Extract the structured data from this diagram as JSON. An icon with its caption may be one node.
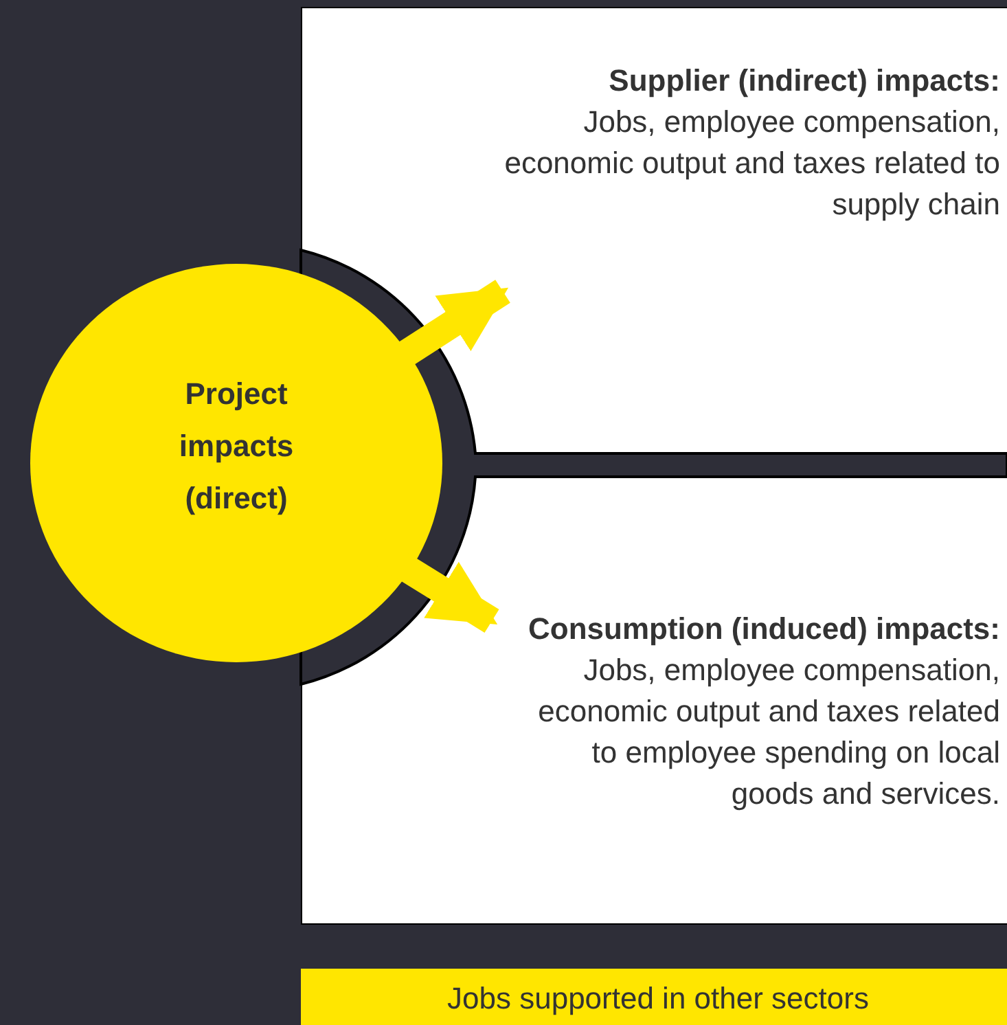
{
  "diagram": {
    "nodes": [
      {
        "text": [
          "Project impacts (direct)"
        ]
      },
      {
        "text": [
          "Supplier (indirect) impacts:",
          "Jobs, employee compensation, economic output and taxes related to supply chain"
        ]
      },
      {
        "text": [
          "Consumption (induced) impacts:",
          "Jobs, employee compensation, economic output and taxes related to employee spending on local goods and services."
        ]
      },
      {
        "text": [
          "Jobs supported in other sectors"
        ]
      }
    ],
    "edges": [
      {
        "from": 0,
        "to": 1,
        "arrow": "to"
      },
      {
        "from": 0,
        "to": 2,
        "arrow": "to"
      }
    ]
  }
}
